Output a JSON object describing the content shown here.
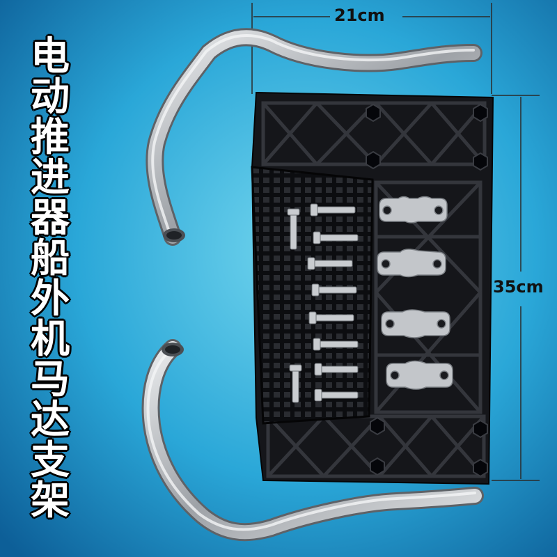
{
  "title_chars": [
    "电",
    "动",
    "推",
    "进",
    "器",
    "船",
    "外",
    "机",
    "马",
    "达",
    "支",
    "架"
  ],
  "dimensions": {
    "width_label": "21cm",
    "height_label": "35cm"
  },
  "colors": {
    "background_light": "#6fd3ec",
    "background_dark": "#0f6ea8",
    "bracket_plate": "#15161a",
    "steel": "#b9bcc0"
  },
  "items": {
    "tube_count": 2,
    "clamp_count": 4,
    "bolt_count": 10
  }
}
